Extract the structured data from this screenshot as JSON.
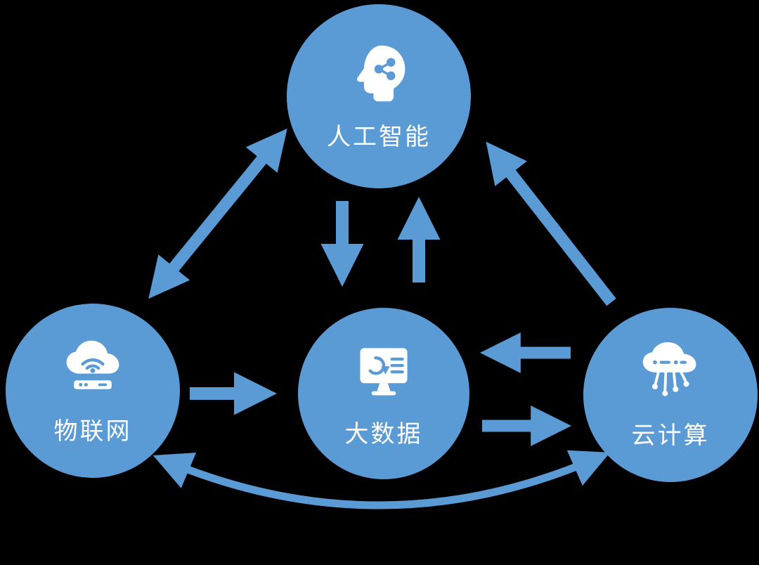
{
  "colors": {
    "background": "#000000",
    "node_fill": "#5b9bd5",
    "arrow": "#5b9bd5",
    "icon": "#ffffff",
    "label_text": "#ffffff"
  },
  "nodes": {
    "ai": {
      "label": "人工智能",
      "icon": "ai-head-share-icon"
    },
    "iot": {
      "label": "物联网",
      "icon": "iot-cloud-router-icon"
    },
    "bigdata": {
      "label": "大数据",
      "icon": "big-data-monitor-icon"
    },
    "cloud": {
      "label": "云计算",
      "icon": "cloud-computing-icon"
    }
  },
  "edges": [
    {
      "from": "ai",
      "to": "iot",
      "type": "bidirectional"
    },
    {
      "from": "ai",
      "to": "bigdata",
      "type": "one-way"
    },
    {
      "from": "bigdata",
      "to": "ai",
      "type": "one-way"
    },
    {
      "from": "cloud",
      "to": "ai",
      "type": "one-way"
    },
    {
      "from": "iot",
      "to": "bigdata",
      "type": "one-way"
    },
    {
      "from": "cloud",
      "to": "bigdata",
      "type": "one-way"
    },
    {
      "from": "bigdata",
      "to": "cloud",
      "type": "one-way"
    },
    {
      "from": "iot",
      "to": "cloud",
      "type": "bidirectional-curved"
    }
  ]
}
